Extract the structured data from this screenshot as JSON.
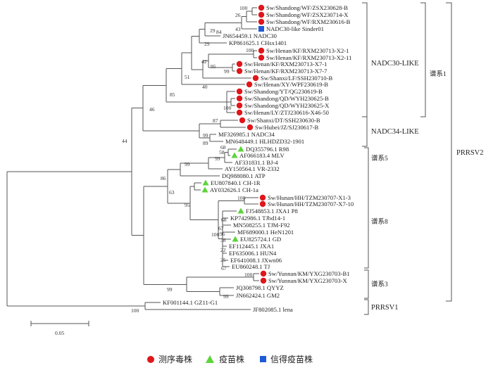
{
  "colors": {
    "sequenced": "#e0161b",
    "vaccine": "#5cd43a",
    "xindeyi": "#1f5bd6",
    "branch": "#555555"
  },
  "leaves": [
    {
      "label": "Sw/Shandong/WF/ZSX230628-B",
      "marker": "sequenced"
    },
    {
      "label": "Sw/Shandong/WF/ZSX230714-X",
      "marker": "sequenced"
    },
    {
      "label": "Sw/Shandong/WF/RXM230616-B",
      "marker": "sequenced"
    },
    {
      "label": "NADC30-like Sinder01",
      "marker": "xindeyi"
    },
    {
      "label": "JN654459.1 NADC30",
      "marker": ""
    },
    {
      "label": "KP861625.1 CHsx1401",
      "marker": ""
    },
    {
      "label": "Sw/Henan/KF/RXM230713-X2-1",
      "marker": "sequenced"
    },
    {
      "label": "Sw/Henan/KF/RXM230713-X2-11",
      "marker": "sequenced"
    },
    {
      "label": "Sw/Henan/KF/RXM230713-X7-1",
      "marker": "sequenced"
    },
    {
      "label": "Sw/Henan/KF/RXM230713-X7-7",
      "marker": "sequenced"
    },
    {
      "label": "Sw/Shanxi/LF/SSH230710-B",
      "marker": "sequenced"
    },
    {
      "label": "Sw/Henan/XY/WPF230619-B",
      "marker": "sequenced"
    },
    {
      "label": "Sw/Shandong/YT/QG230619-B",
      "marker": "sequenced"
    },
    {
      "label": "Sw/Shandong/QD/WYH230625-B",
      "marker": "sequenced"
    },
    {
      "label": "Sw/Shandong/QD/WYH230625-X",
      "marker": "sequenced"
    },
    {
      "label": "Sw/Henan/LY/ZTJ230616-X46-50",
      "marker": "sequenced"
    },
    {
      "label": "Sw/Shanxi/DT/SSH230630-B",
      "marker": "sequenced"
    },
    {
      "label": "Sw/Hubei/JZ/SJ230617-B",
      "marker": "sequenced"
    },
    {
      "label": "MF326985.1 NADC34",
      "marker": ""
    },
    {
      "label": "MN648449.1 HLHDZD32-1901",
      "marker": ""
    },
    {
      "label": "DQ355796.1 R98",
      "marker": "vaccine"
    },
    {
      "label": "AF066183.4 MLV",
      "marker": "vaccine"
    },
    {
      "label": "AF331831.1 BJ-4",
      "marker": ""
    },
    {
      "label": "AY150564.1 VR-2332",
      "marker": ""
    },
    {
      "label": "DQ988080.1 ATP",
      "marker": ""
    },
    {
      "label": "EU807840.1 CH-1R",
      "marker": "vaccine"
    },
    {
      "label": "AY032626.1 CH-1a",
      "marker": "vaccine"
    },
    {
      "label": "Sw/Hunan/HH/TZM230707-X1-3",
      "marker": "sequenced"
    },
    {
      "label": "Sw/Hunan/HH/TZM230707-X7-10",
      "marker": "sequenced"
    },
    {
      "label": "FJ548853.1 JXA1 P8",
      "marker": "vaccine"
    },
    {
      "label": "KP742986.1 TJbd14-1",
      "marker": ""
    },
    {
      "label": "MN508255.1 TJM-F92",
      "marker": ""
    },
    {
      "label": "MF689000.1 HeN1201",
      "marker": ""
    },
    {
      "label": "EU825724.1 GD",
      "marker": "vaccine"
    },
    {
      "label": "EF112445.1 JXA1",
      "marker": ""
    },
    {
      "label": "EF635006.1 HUN4",
      "marker": ""
    },
    {
      "label": "EF641008.1 JXwn06",
      "marker": ""
    },
    {
      "label": "EU860248.1 TJ",
      "marker": ""
    },
    {
      "label": "Sw/Yunnan/KM/YXG230703-B1",
      "marker": "sequenced"
    },
    {
      "label": "Sw/Yunnan/KM/YXG230703-X",
      "marker": "sequenced"
    },
    {
      "label": "JQ308798.1 QYYZ",
      "marker": ""
    },
    {
      "label": "JN662424.1 GM2",
      "marker": ""
    },
    {
      "label": "KF001144.1 GZ11-G1",
      "marker": ""
    },
    {
      "label": "JF802085.1 lena",
      "marker": ""
    }
  ],
  "bootstrap": [
    {
      "id": "b100a",
      "value": "100"
    },
    {
      "id": "b26",
      "value": "26"
    },
    {
      "id": "b43",
      "value": "43"
    },
    {
      "id": "b29a",
      "value": "29"
    },
    {
      "id": "b84",
      "value": "84"
    },
    {
      "id": "b29b",
      "value": "29"
    },
    {
      "id": "b100b",
      "value": "100"
    },
    {
      "id": "b42",
      "value": "42"
    },
    {
      "id": "b95a",
      "value": "95"
    },
    {
      "id": "b99a",
      "value": "99"
    },
    {
      "id": "b40",
      "value": "40"
    },
    {
      "id": "b51",
      "value": "51"
    },
    {
      "id": "b85",
      "value": "85"
    },
    {
      "id": "b100c",
      "value": "100"
    },
    {
      "id": "b46",
      "value": "46"
    },
    {
      "id": "b87",
      "value": "87"
    },
    {
      "id": "b99b",
      "value": "99"
    },
    {
      "id": "b89",
      "value": "89"
    },
    {
      "id": "b44",
      "value": "44"
    },
    {
      "id": "b68",
      "value": "68"
    },
    {
      "id": "b58",
      "value": "58"
    },
    {
      "id": "b99c",
      "value": "99"
    },
    {
      "id": "b86",
      "value": "86"
    },
    {
      "id": "b99d",
      "value": "99"
    },
    {
      "id": "b63",
      "value": "63"
    },
    {
      "id": "b95b",
      "value": "95"
    },
    {
      "id": "b100d",
      "value": "100"
    },
    {
      "id": "b100e",
      "value": "100"
    },
    {
      "id": "b68b",
      "value": "68"
    },
    {
      "id": "b67a",
      "value": "67"
    },
    {
      "id": "b96",
      "value": "96"
    },
    {
      "id": "b38",
      "value": "38"
    },
    {
      "id": "b22",
      "value": "22"
    },
    {
      "id": "b25",
      "value": "25"
    },
    {
      "id": "b67b",
      "value": "67"
    },
    {
      "id": "b100f",
      "value": "100"
    },
    {
      "id": "b99e",
      "value": "99"
    },
    {
      "id": "b99f",
      "value": "99"
    },
    {
      "id": "b100g",
      "value": "100"
    }
  ],
  "groups": {
    "nadc30_like": "NADC30-LIKE",
    "nadc34_like": "NADC34-LIKE",
    "pu1": "谱系1",
    "pu5": "谱系5",
    "pu8": "谱系8",
    "pu3": "谱系3",
    "prrsv1": "PRRSV1",
    "prrsv2": "PRRSV2"
  },
  "scale_bar": {
    "label": "0.05"
  },
  "legend": {
    "sequenced": "测序毒株",
    "vaccine": "疫苗株",
    "xindeyi": "信得疫苗株"
  }
}
